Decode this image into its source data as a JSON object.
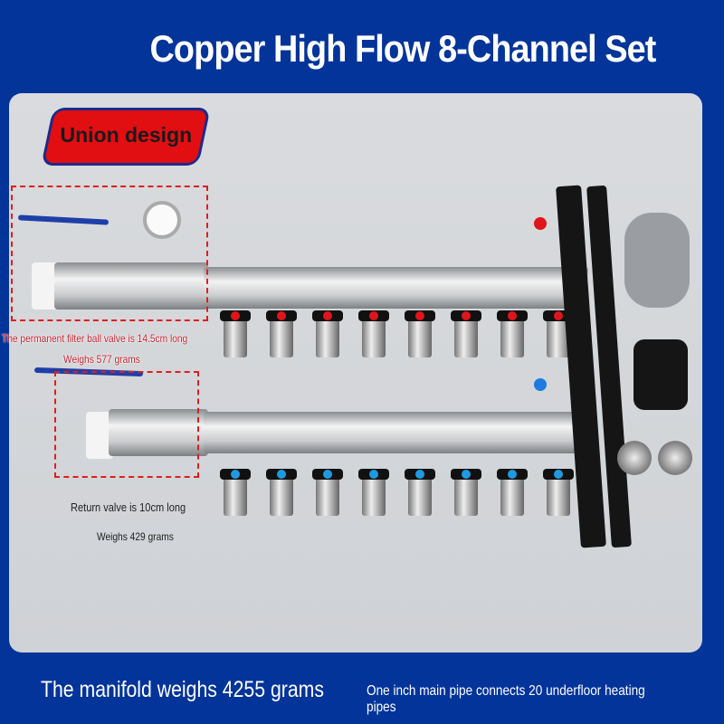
{
  "title": "Copper High Flow 8-Channel Set",
  "badge": "Union design",
  "notes": {
    "filter_length": "The permanent filter ball valve is 14.5cm long",
    "filter_weight": "Weighs 577 grams",
    "return_length": "Return valve is 10cm long",
    "return_weight": "Weighs 429 grams"
  },
  "footer": {
    "weight": "The manifold weighs 4255 grams",
    "pipe": "One inch main pipe connects 20 underfloor heating pipes"
  },
  "colors": {
    "background": "#02349a",
    "badge": "#e10e12",
    "supply_dot": "#e0151b",
    "return_dot": "#1e9be0"
  }
}
